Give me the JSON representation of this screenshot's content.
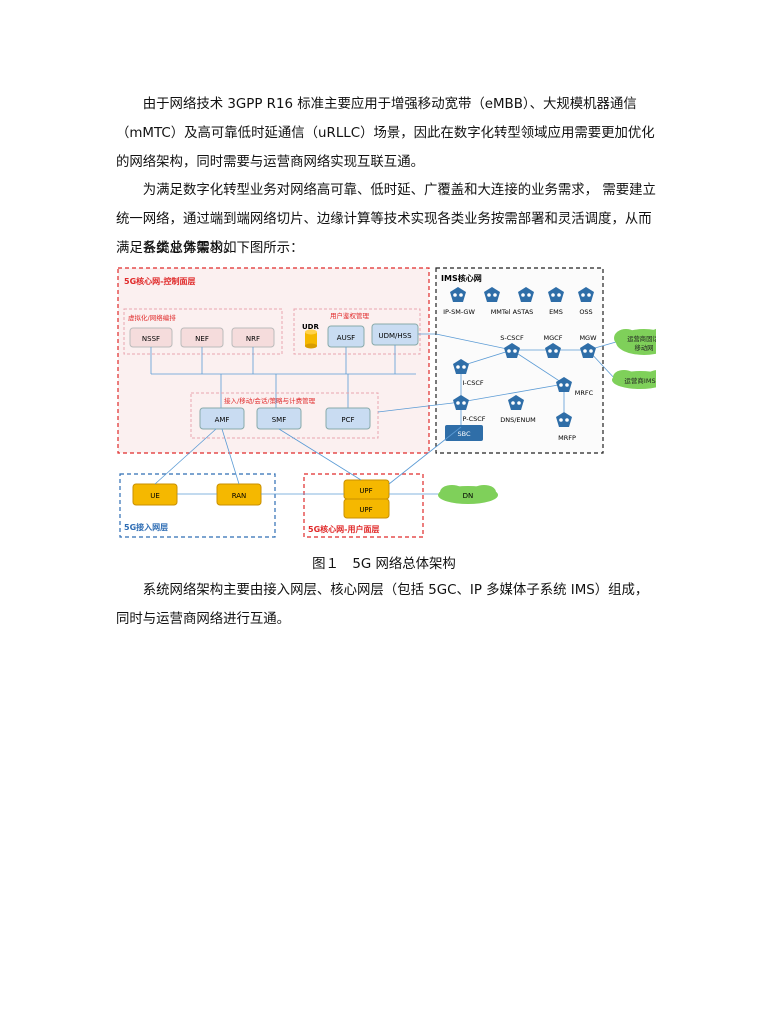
{
  "paragraphs": [
    "　　由于网络技术 3GPP R16 标准主要应用于增强移动宽带（eMBB）、大规模机器通信（mMTC）及高可靠低时延通信（uRLLC）场景，因此在数字化转型领域应用需要更加优化的网络架构，同时需要与运营商网络实现互联互通。",
    "　　为满足数字化转型业务对网络高可靠、低时延、广覆盖和大连接的业务需求， 需要建立统一网络，通过端到端网络切片、边缘计算等技术实现各类业务按需部署和灵活调度，从而满足各类业务需求。",
    "　　系统总体架构如下图所示："
  ],
  "caption": "图１　5G 网络总体架构",
  "paragraph_last": "　　系统网络架构主要由接入网层、核心网层（包括 5GC、IP 多媒体子系统 IMS）组成，同时与运营商网络进行互通。",
  "figure": {
    "cp_title": "5G核心网-控制面层",
    "ims_title": "IMS核心网",
    "virt_label": "虚拟化/网络编排",
    "user_label": "用户鉴权管理",
    "access_label": "接入/移动/会话/策略与计费管理",
    "an_title": "5G接入网层",
    "up_title": "5G核心网-用户面层",
    "nf": {
      "nssf": "NSSF",
      "nef": "NEF",
      "nrf": "NRF",
      "udr": "UDR",
      "ausf": "AUSF",
      "udm": "UDM/HSS",
      "amf": "AMF",
      "smf": "SMF",
      "pcf": "PCF",
      "ue": "UE",
      "ran": "RAN",
      "upf1": "UPF",
      "upf2": "UPF",
      "dn": "DN"
    },
    "ims": {
      "ipsmgw": "IP-SM-GW",
      "mmtel": "MMTel ASTAS",
      "ems": "EMS",
      "oss": "OSS",
      "scscf": "S-CSCF",
      "mgcf": "MGCF",
      "mgw": "MGW",
      "icscf": "I-CSCF",
      "mrfc": "MRFC",
      "pcscf": "P-CSCF",
      "dns": "DNS/ENUM",
      "sbc": "SBC",
      "mrfp": "MRFP"
    },
    "clouds": {
      "fixed": "运营商固话/\n移动网",
      "fixed_l1": "运营商固话/",
      "fixed_l2": "移动网",
      "ims_net": "运营商IMS"
    },
    "colors": {
      "red_dash": "#e02a2a",
      "pink_dash": "#e8a6b0",
      "blue_dash": "#2e6db4",
      "nf_pink": "#f5dcdc",
      "nf_blue": "#c9dcf2",
      "upf_yellow": "#f5b800",
      "cloud_green": "#7fd05a",
      "router_blue": "#2f6ea8",
      "line_blue": "#5b9bd5"
    }
  }
}
